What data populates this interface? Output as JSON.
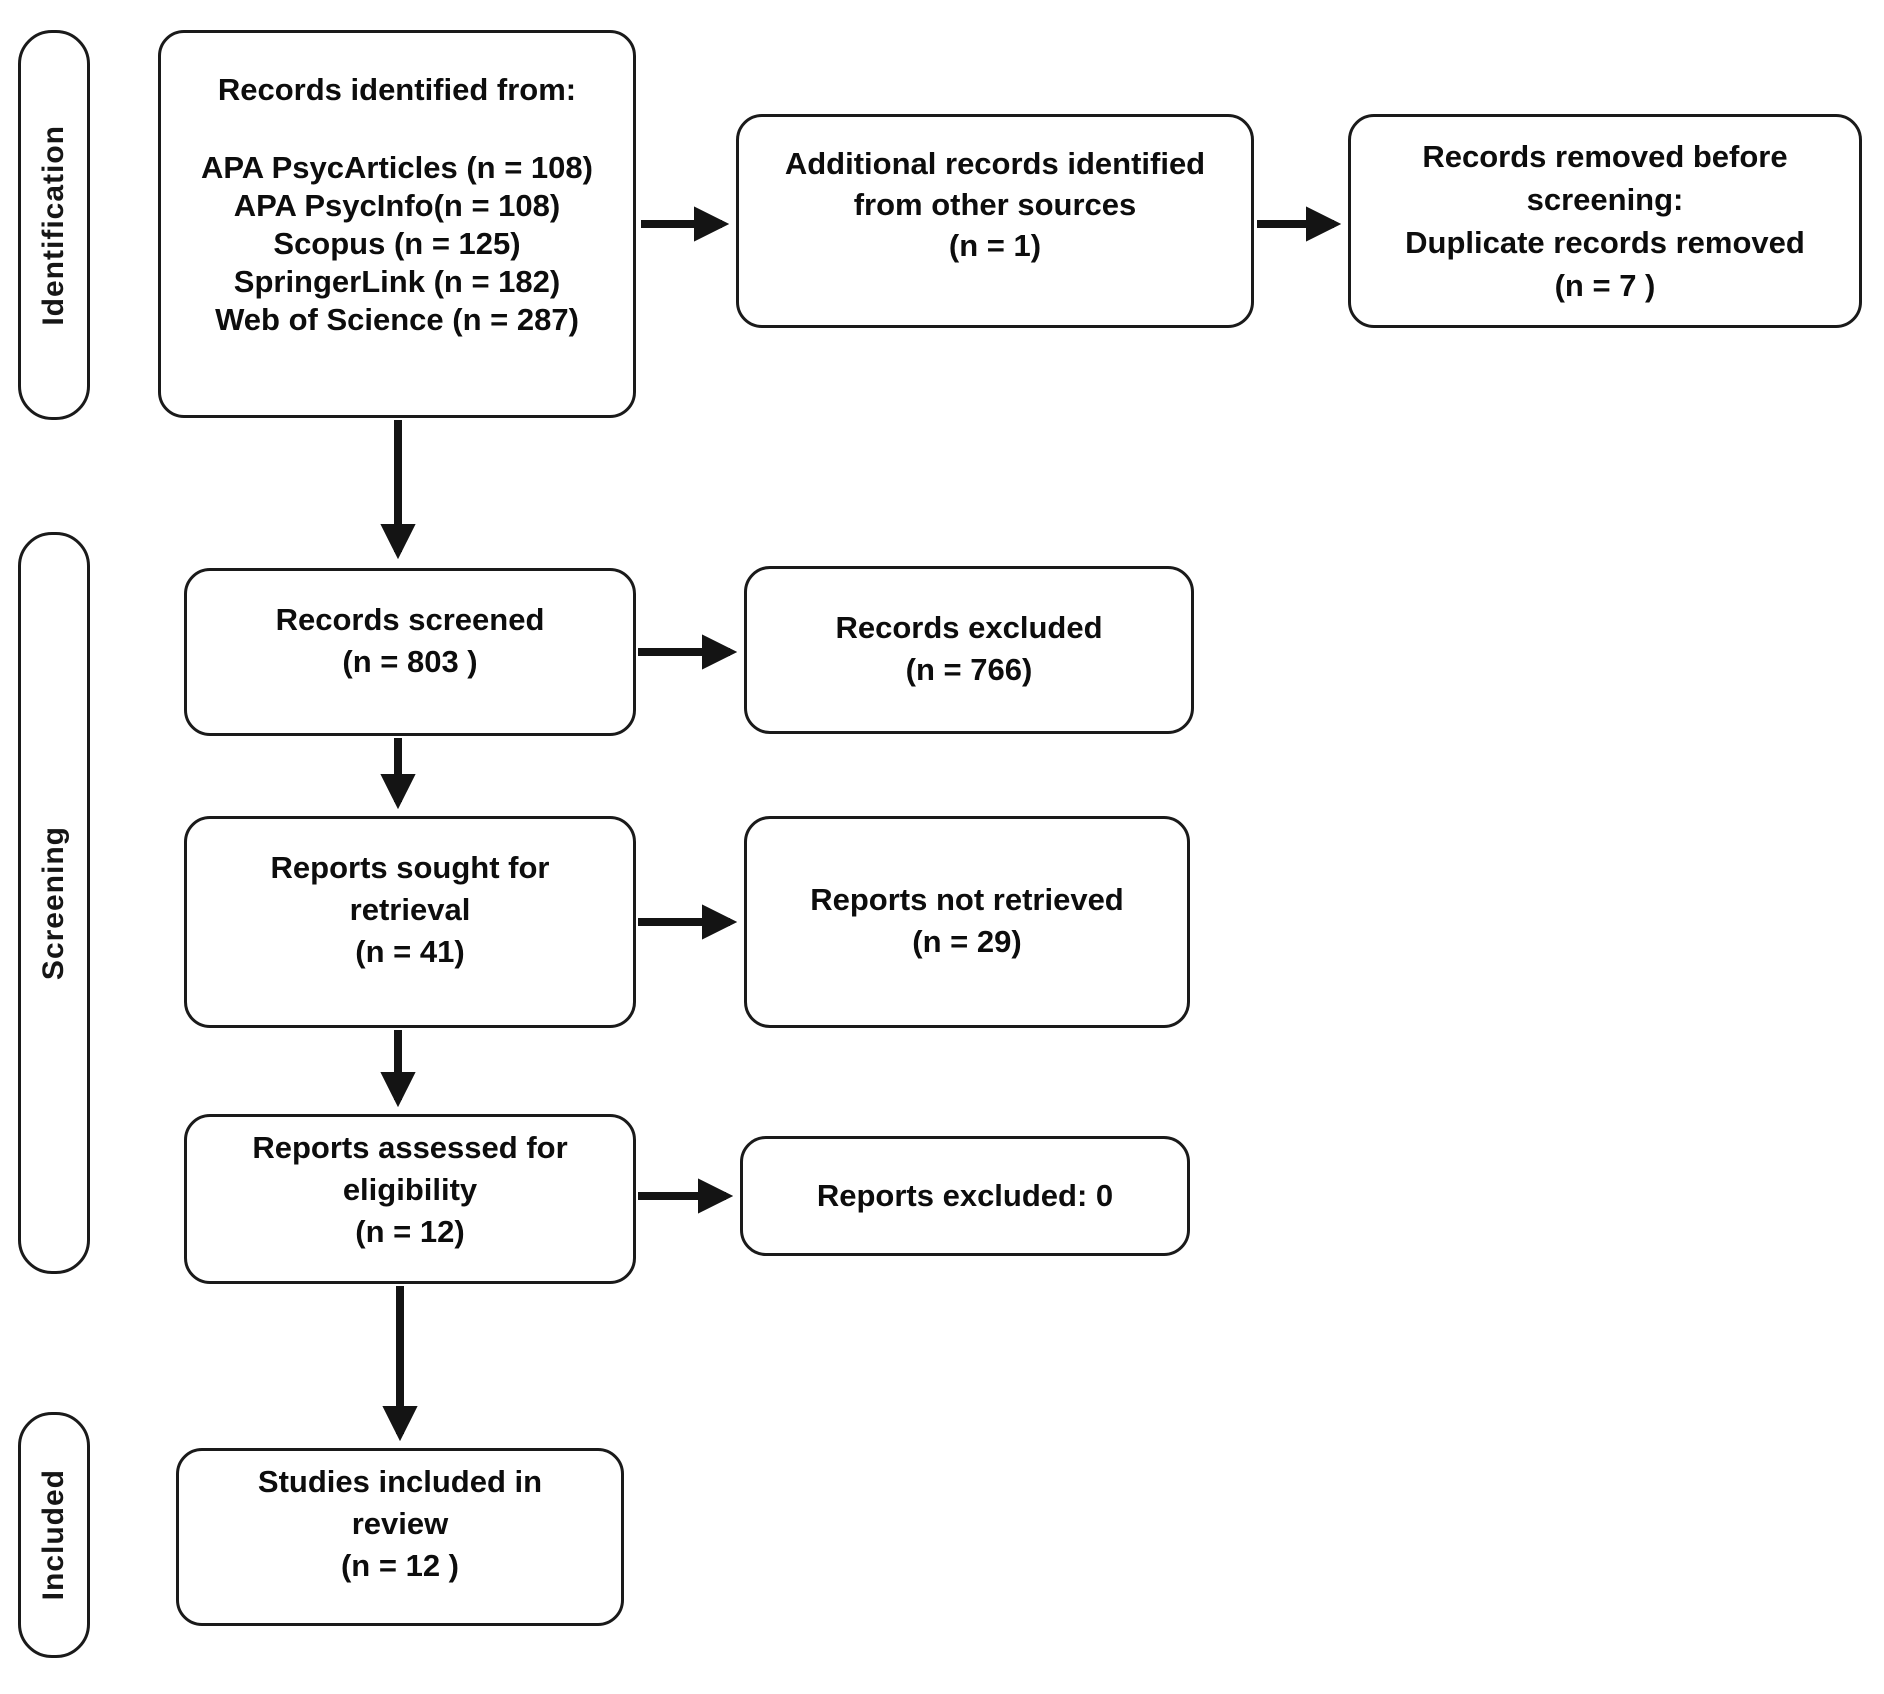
{
  "stages": {
    "identification": "Identification",
    "screening": "Screening",
    "included": "Included"
  },
  "boxes": {
    "records_identified": {
      "title": "Records identified from:",
      "lines": [
        "APA PsycArticles (n = 108)",
        "APA PsycInfo(n = 108)",
        "Scopus (n = 125)",
        "SpringerLink (n = 182)",
        "Web of Science (n = 287)"
      ]
    },
    "additional_records": {
      "lines": [
        "Additional records identified",
        "from other sources",
        "(n = 1)"
      ]
    },
    "records_removed": {
      "lines": [
        "Records removed before",
        "screening:",
        "Duplicate records removed",
        "(n = 7 )"
      ]
    },
    "records_screened": {
      "lines": [
        "Records screened",
        "(n = 803 )"
      ]
    },
    "records_excluded": {
      "lines": [
        "Records excluded",
        "(n = 766)"
      ]
    },
    "reports_sought": {
      "lines": [
        "Reports sought for",
        "retrieval",
        "(n = 41)"
      ]
    },
    "reports_not_retrieved": {
      "lines": [
        "Reports not retrieved",
        "(n = 29)"
      ]
    },
    "reports_assessed": {
      "lines": [
        "Reports assessed for",
        "eligibility",
        "(n = 12)"
      ]
    },
    "reports_excluded": {
      "lines": [
        "Reports excluded: 0"
      ]
    },
    "studies_included": {
      "lines": [
        "Studies included in",
        "review",
        "(n = 12 )"
      ]
    }
  },
  "colors": {
    "border": "#1a1a1a",
    "text": "#0d0d0d",
    "arrow": "#141414",
    "background": "#ffffff"
  }
}
